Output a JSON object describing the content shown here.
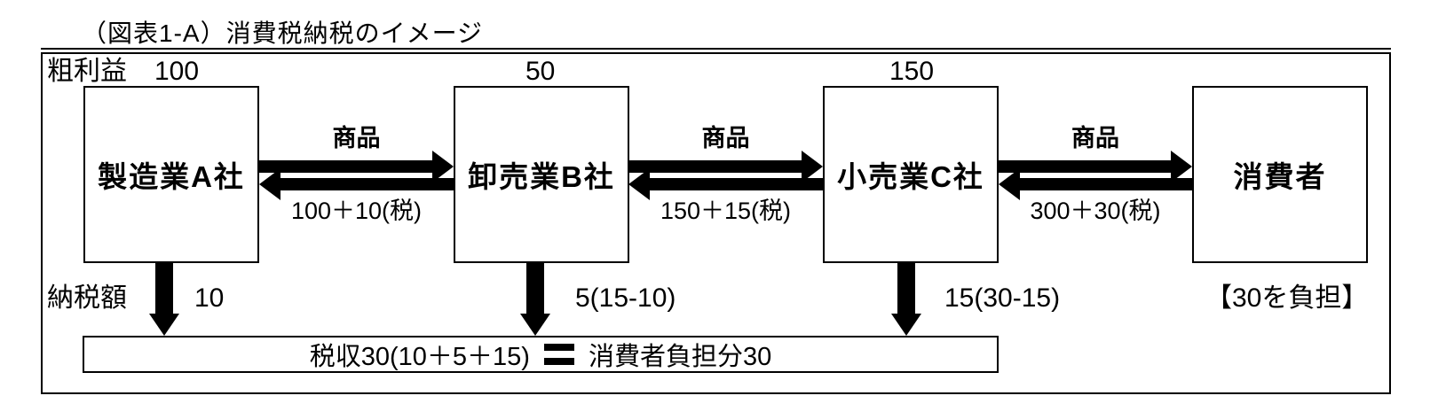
{
  "title": "（図表1-A）消費税納税のイメージ",
  "diagram": {
    "gross_profit_label": "粗利益",
    "gross_profits": [
      "100",
      "50",
      "150"
    ],
    "entities": [
      "製造業A社",
      "卸売業B社",
      "小売業C社",
      "消費者"
    ],
    "flows": [
      {
        "goods_label": "商品",
        "payment_label": "100＋10(税)"
      },
      {
        "goods_label": "商品",
        "payment_label": "150＋15(税)"
      },
      {
        "goods_label": "商品",
        "payment_label": "300＋30(税)"
      }
    ],
    "tax_payment_label": "納税額",
    "tax_payments": [
      "10",
      "5(15-10)",
      "15(30-15)"
    ],
    "consumer_burden": "【30を負担】",
    "summary": {
      "tax_revenue": "税収30(10＋5＋15)",
      "equals": "＝",
      "consumer_share": "消費者負担分30"
    }
  }
}
